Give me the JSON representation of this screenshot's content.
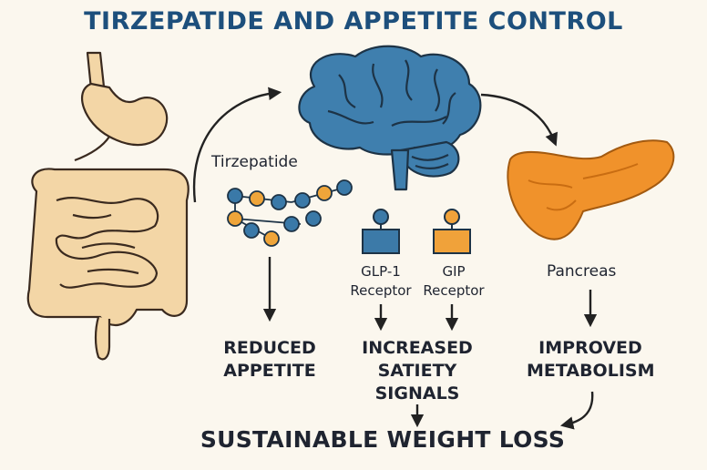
{
  "title": "TIRZEPATIDE AND APPETITE CONTROL",
  "labels": {
    "drug": "Tirzepatide",
    "glp1_line1": "GLP-1",
    "glp1_line2": "Receptor",
    "gip_line1": "GIP",
    "gip_line2": "Receptor",
    "pancreas": "Pancreas"
  },
  "outcomes": {
    "appetite_line1": "REDUCED",
    "appetite_line2": "APPETITE",
    "satiety_line1": "INCREASED",
    "satiety_line2": "SATIETY",
    "satiety_line3": "SIGNALS",
    "metabolism_line1": "IMPROVED",
    "metabolism_line2": "METABOLISM"
  },
  "final": "SUSTAINABLE WEIGHT LOSS",
  "colors": {
    "title": "#1d4f7c",
    "organ_gut": "#f3d6a6",
    "organ_outline": "#3a2a1f",
    "brain": "#3f7fae",
    "pancreas": "#f0922b",
    "glp1_receptor": "#3c7aa8",
    "gip_receptor": "#f0a23a",
    "molecule_blue": "#3a79a8",
    "molecule_orange": "#efa53a"
  },
  "icons": {
    "stomach_intestine": "digestive-system-icon",
    "brain": "brain-icon",
    "pancreas": "pancreas-icon",
    "molecule": "peptide-chain-icon"
  }
}
